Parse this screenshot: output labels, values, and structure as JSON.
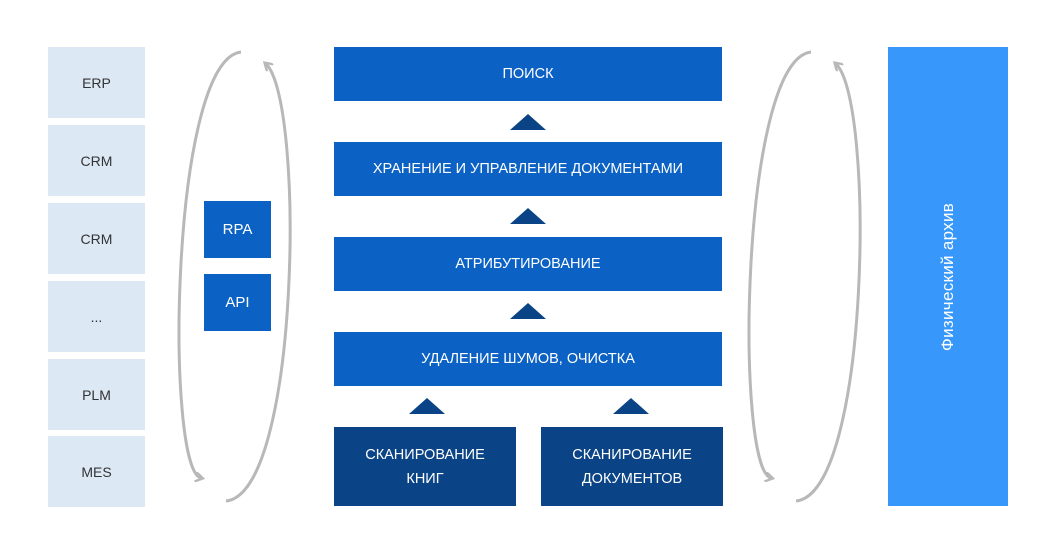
{
  "systems": [
    "ERP",
    "CRM",
    "CRM",
    "...",
    "PLM",
    "MES"
  ],
  "tools": [
    "RPA",
    "API"
  ],
  "pipeline": {
    "search": "ПОИСК",
    "storage": "ХРАНЕНИЕ И УПРАВЛЕНИЕ ДОКУМЕНТАМИ",
    "attribution": "АТРИБУТИРОВАНИЕ",
    "cleanup": "УДАЛЕНИЕ ШУМОВ, ОЧИСТКА",
    "scan_books": "СКАНИРОВАНИЕ\nКНИГ",
    "scan_documents": "СКАНИРОВАНИЕ\nДОКУМЕНТОВ"
  },
  "archive": "Физический архив",
  "colors": {
    "system_bg": "#dde8f5",
    "step_bg": "#0b62c4",
    "scan_bg": "#0b4486",
    "arrow": "#0b4486",
    "archive_bg": "#3797fb",
    "loop": "#b8b8b8"
  }
}
